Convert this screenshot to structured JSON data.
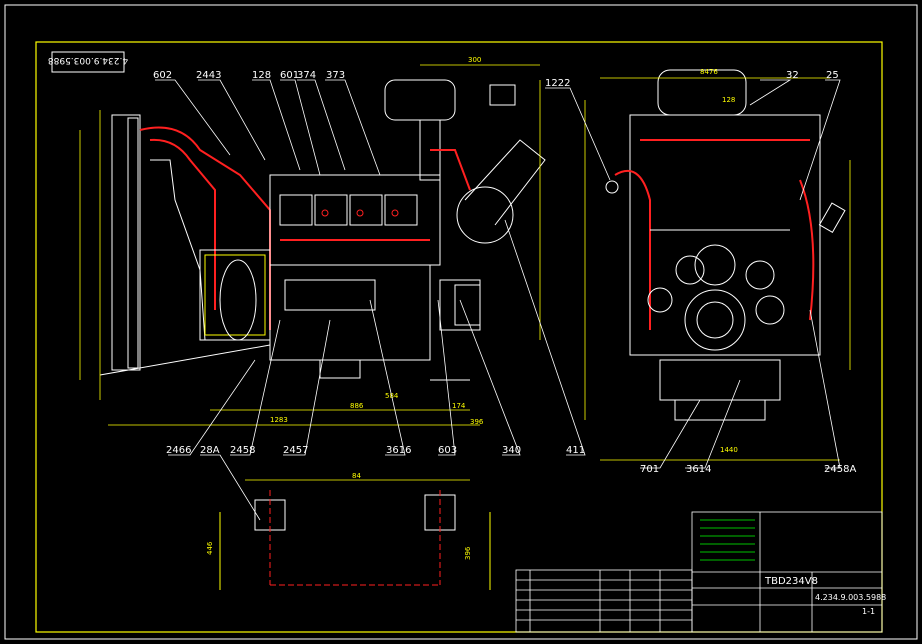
{
  "drawing": {
    "code_box": "4.234.9.003.5988",
    "title_model": "TBD234V8",
    "title_code": "4.234.9.003.5988",
    "sheet": "1-1"
  },
  "callouts_top": [
    "602",
    "2443",
    "128",
    "601",
    "374",
    "373",
    "1222",
    "32",
    "25"
  ],
  "callouts_bottom": [
    "2466",
    "28A",
    "2458",
    "2457",
    "3616",
    "603",
    "340",
    "411",
    "701",
    "3614",
    "2458A"
  ],
  "dims": {
    "top_300": "300",
    "top_8476": "8476",
    "top_128": "128",
    "dim_886": "886",
    "dim_174": "174",
    "dim_396": "396",
    "dim_1283": "1283",
    "dim_584": "584",
    "dim_1440": "1440",
    "dim_84": "84",
    "dim_446": "446",
    "dim_396b": "396"
  },
  "colors": {
    "background": "#000000",
    "frame": "#ffff00",
    "callout": "#ffffff",
    "dimension": "#ffff00",
    "engine": "#ffffff",
    "accent_red": "#ff2020",
    "accent_magenta": "#ff40ff",
    "title_green": "#00ff00",
    "cyan": "#00ffff"
  }
}
